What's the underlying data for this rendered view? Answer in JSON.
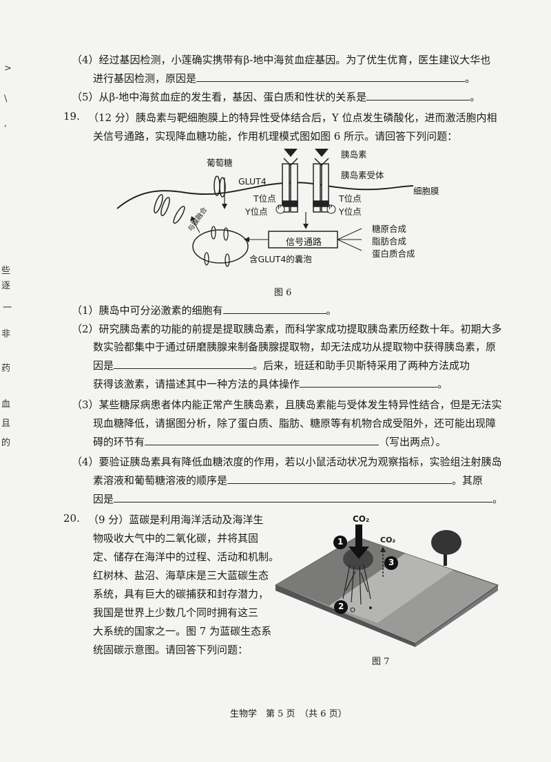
{
  "q18": {
    "item4_line1": "（4）经过基因检测，小莲确实携带有β-地中海贫血症基因。为了优生优育，医生建议大华也",
    "item4_line2": "进行基因检测，原因是",
    "item4_end": "。",
    "item5": "（5）从β-地中海贫血症的发生看，基因、蛋白质和性状的关系是",
    "item5_end": "。"
  },
  "q19": {
    "number": "19.",
    "intro_line1": "（12 分）胰岛素与靶细胞膜上的特异性受体结合后，Y 位点发生磷酸化，进而激活胞内相",
    "intro_line2": "关信号通路，实现降血糖功能，作用机理模式图如图 6 所示。请回答下列问题：",
    "figure": {
      "caption": "图 6",
      "insulin": "胰岛素",
      "receptor": "胰岛素受体",
      "membrane": "细胞膜",
      "glucose": "葡萄糖",
      "glut4": "GLUT4",
      "t_site_left": "T位点",
      "y_site_left": "Y位点",
      "t_site_right": "T位点",
      "y_site_right": "Y位点",
      "p_mark": "P",
      "signal": "信号通路",
      "glycogen": "糖原合成",
      "fat": "脂肪合成",
      "protein": "蛋白质合成",
      "vesicle": "含GLUT4的囊泡",
      "fusion": "与膜融合"
    },
    "item1": "（1）胰岛中可分泌激素的细胞有",
    "item1_end": "。",
    "item2_line1": "（2）研究胰岛素的功能的前提是提取胰岛素，而科学家成功提取胰岛素历经数十年。初期大多",
    "item2_line2": "数实验都集中于通过研磨胰腺来制备胰腺提取物，却无法成功从提取物中获得胰岛素，原",
    "item2_line3a": "因是",
    "item2_line3b": "。后来，班廷和助手贝斯特采用了两种方法成功",
    "item2_line4": "获得该激素，请描述其中一种方法的具体操作",
    "item2_end": "。",
    "item3_line1": "（3）某些糖尿病患者体内能正常产生胰岛素，且胰岛素能与受体发生特异性结合，但是无法实",
    "item3_line2": "现血糖降低，请据图分析，除了蛋白质、脂肪、糖原等有机物合成受阻外，还可能出现障",
    "item3_line3": "碍的环节有",
    "item3_end": "（写出两点）。",
    "item4_line1": "（4）要验证胰岛素具有降低血糖浓度的作用，若以小鼠活动状况为观察指标，实验组注射胰岛",
    "item4_line2": "素溶液和葡萄糖溶液的顺序是",
    "item4_line2_end": "。其原",
    "item4_line3": "因是",
    "item4_end": "。"
  },
  "q20": {
    "number": "20.",
    "lines": [
      "（9 分）蓝碳是利用海洋活动及海洋生",
      "物吸收大气中的二氧化碳，并将其固",
      "定、储存在海洋中的过程、活动和机制。",
      "红树林、盐沼、海草床是三大蓝碳生态",
      "系统，具有巨大的碳捕获和封存潜力，",
      "我国是世界上少数几个同时拥有这三",
      "大系统的国家之一。图 7 为蓝碳生态系",
      "统固碳示意图。请回答下列问题："
    ],
    "figure": {
      "caption": "图 7",
      "co2_in": "CO₂",
      "co2_out": "CO₂",
      "markers": [
        "1",
        "2",
        "3"
      ]
    }
  },
  "footer": {
    "text": "生物学　第 5 页　（共 6 页）"
  },
  "margin_marks": [
    ">",
    "\\",
    ",",
    "些",
    "逐",
    "一",
    "非",
    "药",
    "血",
    "且",
    "的"
  ]
}
